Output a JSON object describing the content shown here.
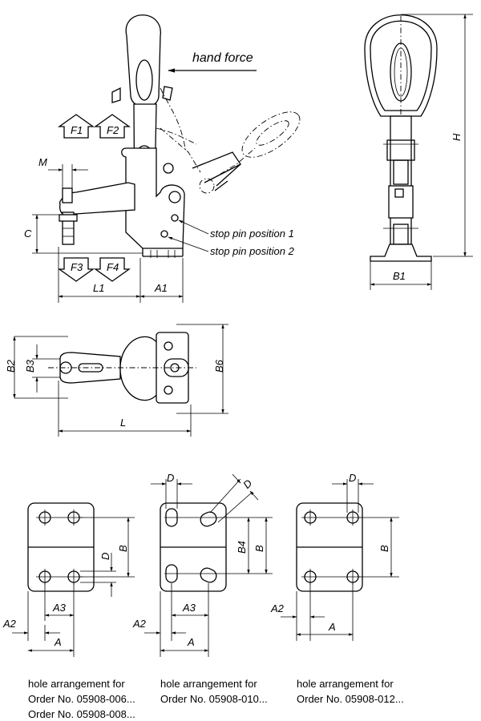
{
  "labels": {
    "hand_force": "hand force",
    "stop_pin_1": "stop pin position 1",
    "stop_pin_2": "stop pin position 2",
    "F1": "F1",
    "F2": "F2",
    "F3": "F3",
    "F4": "F4",
    "M": "M",
    "C": "C",
    "L1": "L1",
    "A1": "A1",
    "H": "H",
    "B1": "B1",
    "B2": "B2",
    "B3": "B3",
    "B6": "B6",
    "L": "L",
    "D": "D",
    "B": "B",
    "B4": "B4",
    "A": "A",
    "A2": "A2",
    "A3": "A3"
  },
  "captions": [
    {
      "title": "hole arrangement for",
      "lines": [
        "Order No. 05908-006...",
        "Order No. 05908-008..."
      ]
    },
    {
      "title": "hole arrangement for",
      "lines": [
        "Order No. 05908-010..."
      ]
    },
    {
      "title": "hole arrangement for",
      "lines": [
        "Order No. 05908-012..."
      ]
    }
  ]
}
